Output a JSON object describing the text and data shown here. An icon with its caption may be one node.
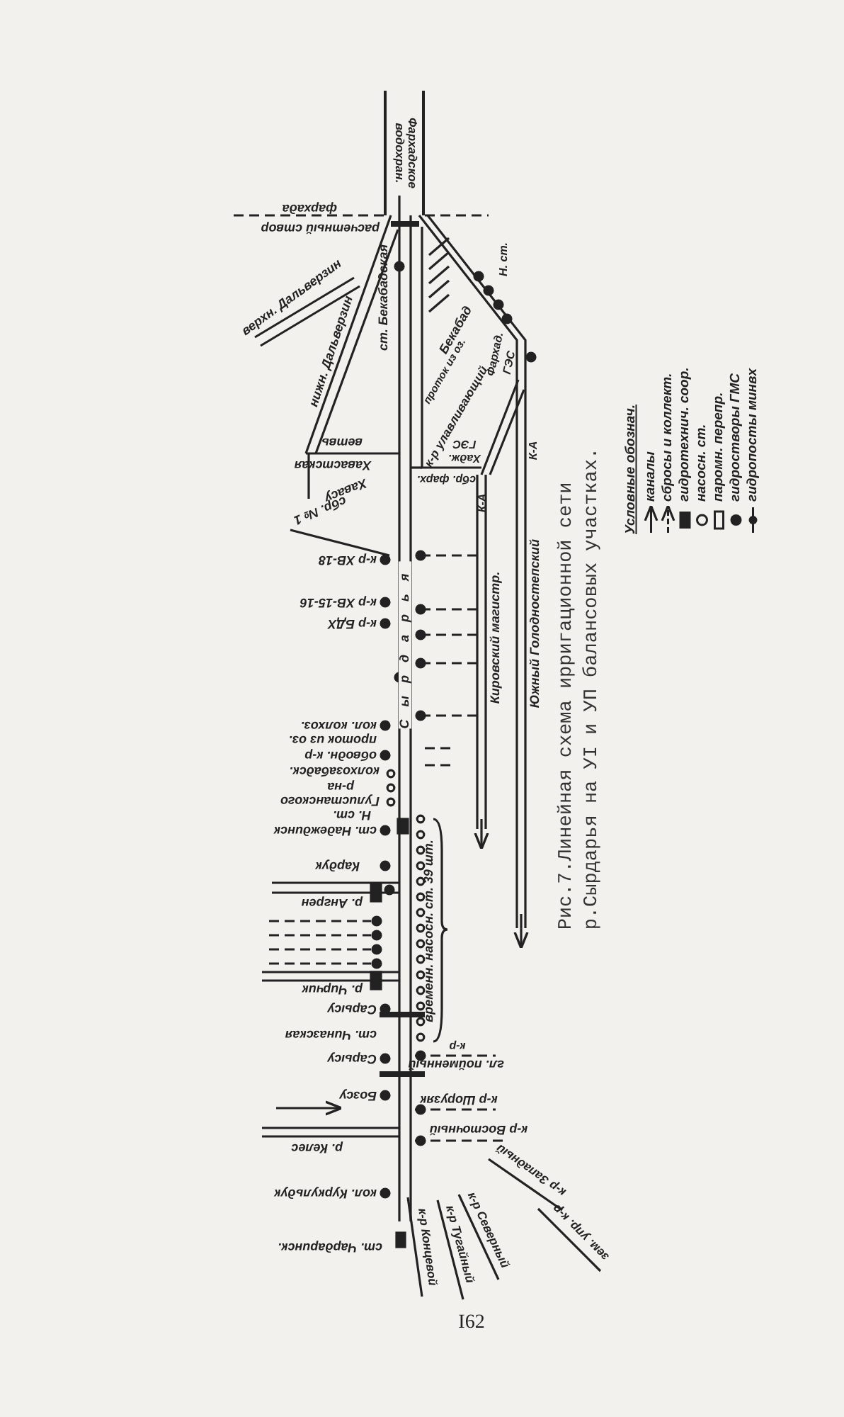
{
  "diagram": {
    "caption": "Рис.7.Линейная схема ирригационной сети р.Сырдарья на УI и УП балансовых участках.",
    "nodes": [
      {
        "text": [
          "Фархадское водохран."
        ]
      }
    ],
    "labels": [
      "фархада",
      "расчетный створ",
      "верхн. Дальверзин",
      "нижн. Дальверзин",
      "ст. Бекабадская",
      "Н. ст.",
      "Бекабад",
      "проток из оз.",
      "к-р улавливающий",
      "Фархад.",
      "ГЭС",
      "ГЭС",
      "Хадж.",
      "сбр. фарх.",
      "ветвь",
      "Хавастская",
      "Хавасу",
      "сбр. № 1",
      "к-р ХВ-18",
      "к-р ХВ-15-16",
      "к-р БДХ",
      "кол. колхоз.",
      "проток из оз.",
      "обводн. к-р",
      "колхозабадск.",
      "р-на",
      "Гулистанского",
      "Н. ст.",
      "ст. Надеждинск",
      "Кардук",
      "р. Ангрен",
      "р. Чирчик",
      "Сарысу",
      "ст. Чиназская",
      "Сарысу",
      "Бозсу",
      "р. Келес",
      "кол. Куркульдук",
      "ст. Чардаринск.",
      "К-А",
      "Кировский магистр.",
      "К-А",
      "Южный Голодностепский",
      "Сырдарья",
      "временн. насосн. ст. 39 шт.",
      "к-р",
      "гл. пойменный",
      "к-р Шорузяк",
      "к-р Восточный",
      "к-р Западный",
      "зем. упр. к-р",
      "к-р Северный",
      "к-р Тугайный",
      "к-р Концевой",
      "Условные обознач.",
      "I62"
    ],
    "legend": [
      {
        "text": "каналы"
      },
      {
        "text": "сбросы и коллект."
      },
      {
        "text": "гидротехнич. соор."
      },
      {
        "text": "насосн. ст."
      },
      {
        "text": "паромн. перепр."
      },
      {
        "text": "гидростворы ГМС"
      },
      {
        "text": "гидропосты минвх"
      }
    ]
  }
}
